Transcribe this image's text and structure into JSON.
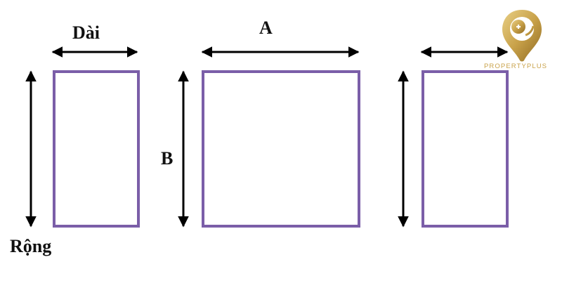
{
  "labels": {
    "width_vi": "Dài",
    "a": "A",
    "b": "B",
    "height_vi": "Rộng"
  },
  "logo": {
    "brand_text": "PROPERTYPLUS",
    "gold": "#c9a24a"
  },
  "colors": {
    "rectangle_stroke": "#7b5ea8",
    "arrow": "#000000",
    "text": "#111111"
  }
}
